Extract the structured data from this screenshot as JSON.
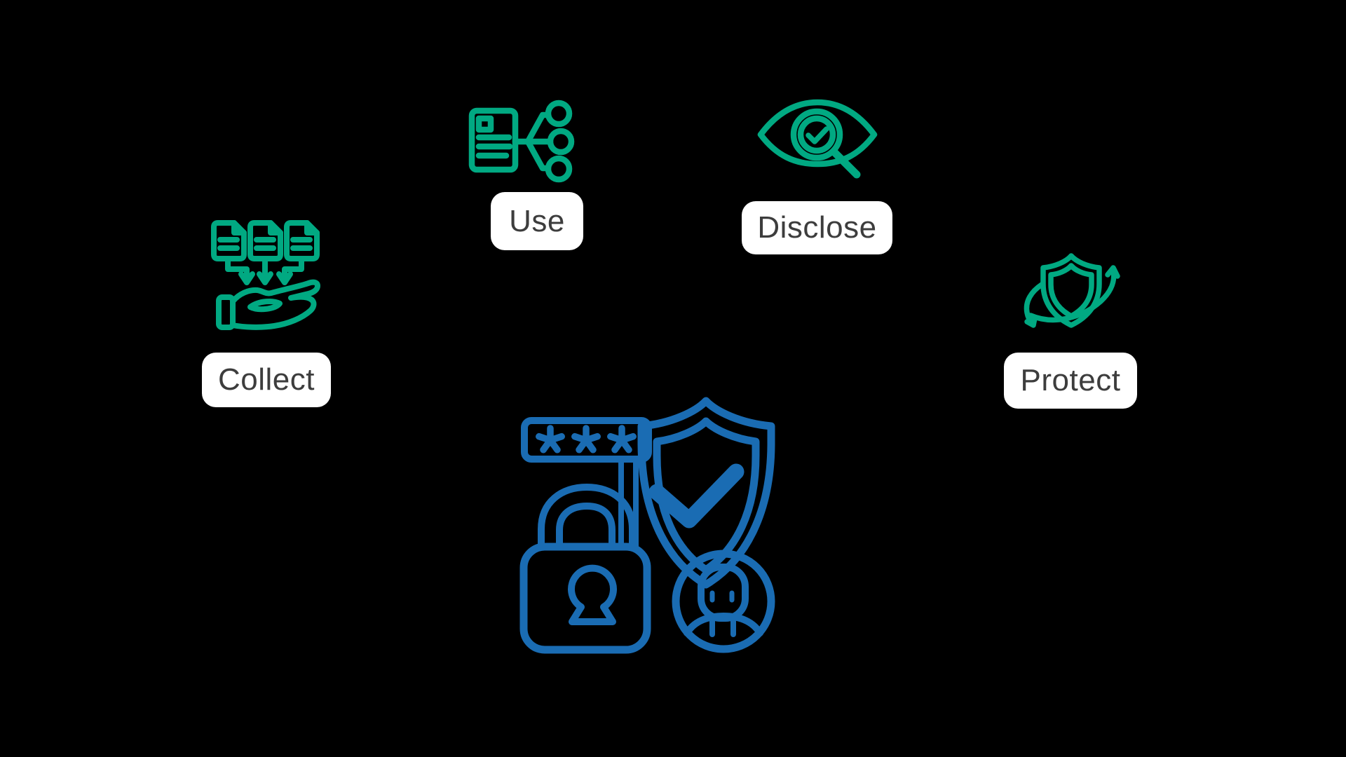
{
  "colors": {
    "background": "#000000",
    "green": "#01A982",
    "blue": "#1A6CB3",
    "pill_background": "#FFFFFF",
    "pill_text": "#3D3D3D"
  },
  "nodes": [
    {
      "id": "collect",
      "label": "Collect",
      "icon": "documents-into-hand-icon"
    },
    {
      "id": "use",
      "label": "Use",
      "icon": "document-share-network-icon"
    },
    {
      "id": "disclose",
      "label": "Disclose",
      "icon": "eye-magnifier-check-icon"
    },
    {
      "id": "protect",
      "label": "Protect",
      "icon": "shield-orbit-arrows-icon"
    }
  ],
  "center": {
    "icon": "password-lock-shield-avatar-illustration",
    "password_mask": "***"
  }
}
